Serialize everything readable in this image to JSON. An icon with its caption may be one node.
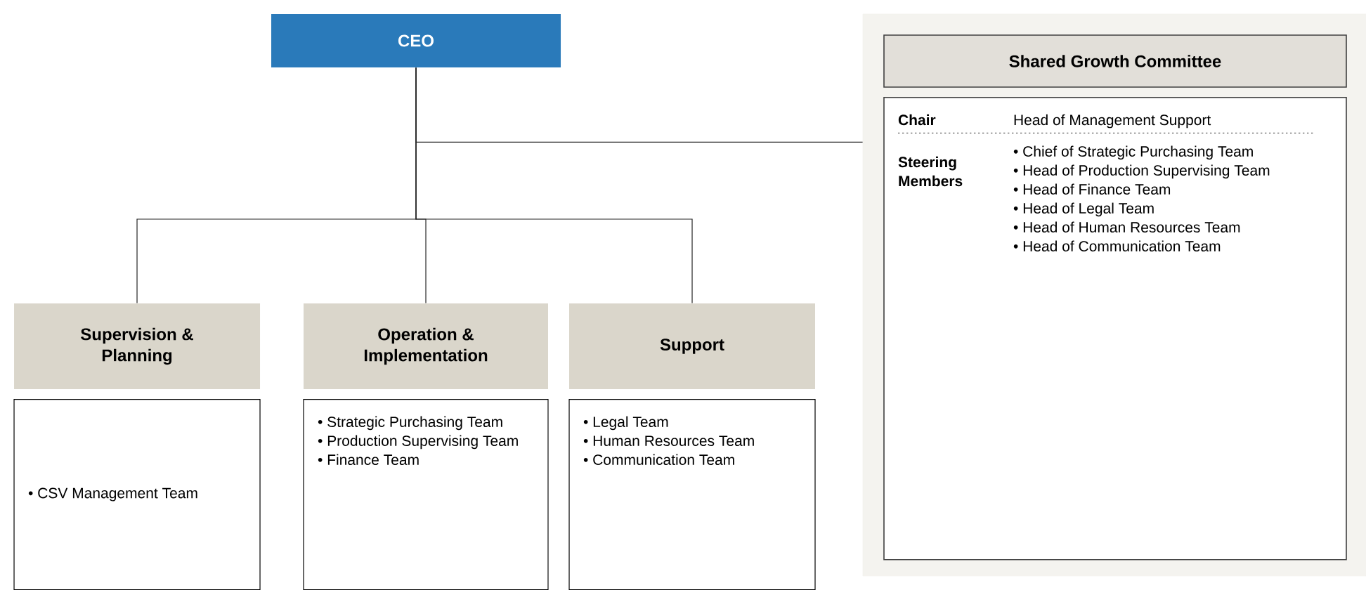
{
  "diagram": {
    "nodes": [
      {
        "text": [
          "CEO"
        ]
      },
      {
        "text": [
          "Supervision & Planning"
        ]
      },
      {
        "text": [
          "Operation & Implementation"
        ]
      },
      {
        "text": [
          "Support"
        ]
      },
      {
        "text": [
          "• CSV Management Team"
        ]
      },
      {
        "text": [
          "• Strategic Purchasing Team",
          "• Production Supervising Team",
          "• Finance Team"
        ]
      },
      {
        "text": [
          "• Legal Team",
          "• Human Resources Team",
          "• Communication Team"
        ]
      },
      {
        "text": [],
        "shape": "box"
      },
      {
        "text": [
          "Shared Growth Committee"
        ],
        "in": 7
      },
      {
        "text": [
          "Chair",
          "Head of Management Support",
          "Steering Members",
          "• Chief of Strategic Purchasing Team",
          "• Head of Production Supervising Team",
          "• Head of Finance Team",
          "• Head of Legal Team",
          "• Head of Human Resources Team",
          "• Head of Communication Team"
        ],
        "in": 7
      }
    ],
    "edges": [
      {
        "from": 0,
        "to": 1,
        "arrow": "none"
      },
      {
        "from": 0,
        "to": 2,
        "arrow": "none"
      },
      {
        "from": 0,
        "to": 3,
        "arrow": "none"
      },
      {
        "from": 0,
        "to": 7,
        "arrow": "none"
      }
    ]
  }
}
